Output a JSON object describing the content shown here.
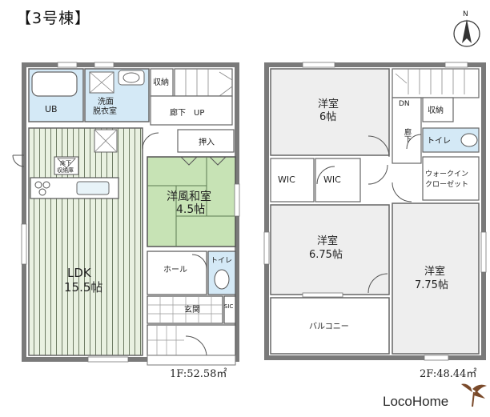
{
  "title": "【3号棟】",
  "floor1": {
    "area": "1F:52.58㎡",
    "rooms": {
      "ub": "UB",
      "wash_1": "洗面",
      "wash_2": "脱衣室",
      "storage": "収納",
      "hallway": "廊下",
      "up": "UP",
      "closet": "押入",
      "underfloor_1": "床下",
      "underfloor_2": "収納庫",
      "japanese_1": "洋風和室",
      "japanese_2": "4.5帖",
      "ldk_1": "LDK",
      "ldk_2": "15.5帖",
      "hall": "ホール",
      "toilet": "トイレ",
      "entrance": "玄関",
      "sic": "SIC"
    }
  },
  "floor2": {
    "area": "2F:48.44㎡",
    "rooms": {
      "room1_1": "洋室",
      "room1_2": "6帖",
      "dn": "DN",
      "storage": "収納",
      "hallway": "廊下",
      "toilet": "トイレ",
      "wic_a": "WIC",
      "wic_b": "WIC",
      "walkin_1": "ウォークイン",
      "walkin_2": "クローゼット",
      "room2_1": "洋室",
      "room2_2": "6.75帖",
      "room3_1": "洋室",
      "room3_2": "7.75帖",
      "balcony": "バルコニー"
    }
  },
  "compass": "N",
  "brand": "LocoHome",
  "colors": {
    "wall": "#7a7a7a",
    "ldk_floor": "#e7efdf",
    "tatami": "#c7e3b5",
    "wet_area": "#d4e9f6",
    "room_floor": "#eeeeee",
    "line": "#555555"
  }
}
